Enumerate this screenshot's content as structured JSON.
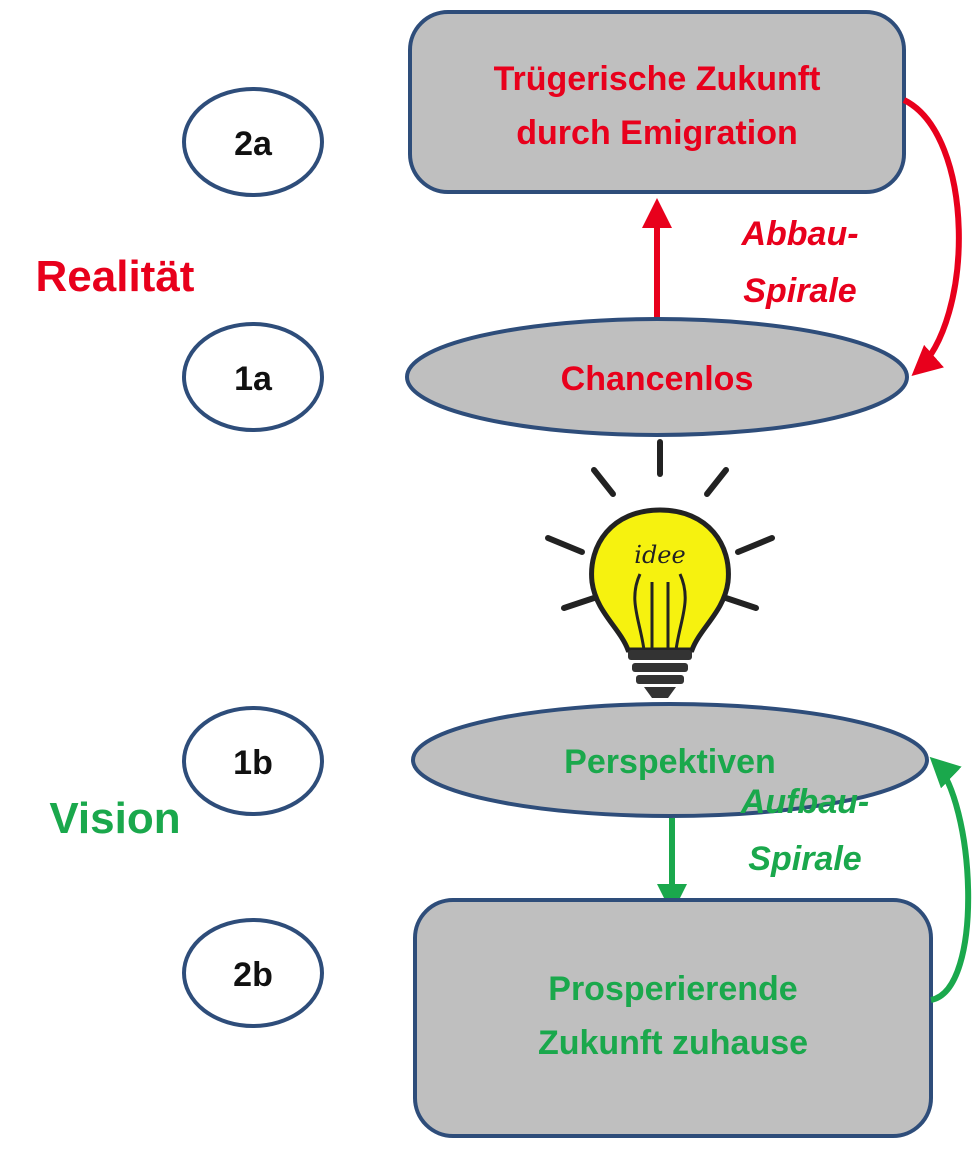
{
  "labels": {
    "realitaet": "Realität",
    "vision": "Vision"
  },
  "badges": {
    "b2a": "2a",
    "b1a": "1a",
    "b1b": "1b",
    "b2b": "2b"
  },
  "nodes": {
    "emigration_line1": "Trügerische Zukunft",
    "emigration_line2": "durch Emigration",
    "chancenlos": "Chancenlos",
    "perspektiven": "Perspektiven",
    "prosper_line1": "Prosperierende",
    "prosper_line2": "Zukunft zuhause"
  },
  "spirals": {
    "abbau_line1": "Abbau-",
    "abbau_line2": "Spirale",
    "aufbau_line1": "Aufbau-",
    "aufbau_line2": "Spirale"
  },
  "bulb": {
    "text": "idee",
    "icon": "lightbulb-icon"
  },
  "colors": {
    "red": "#e8001c",
    "green": "#1aa84c",
    "node_fill": "#bfbfbf",
    "node_stroke": "#2e4d7a",
    "bulb_yellow": "#f6f20f"
  }
}
